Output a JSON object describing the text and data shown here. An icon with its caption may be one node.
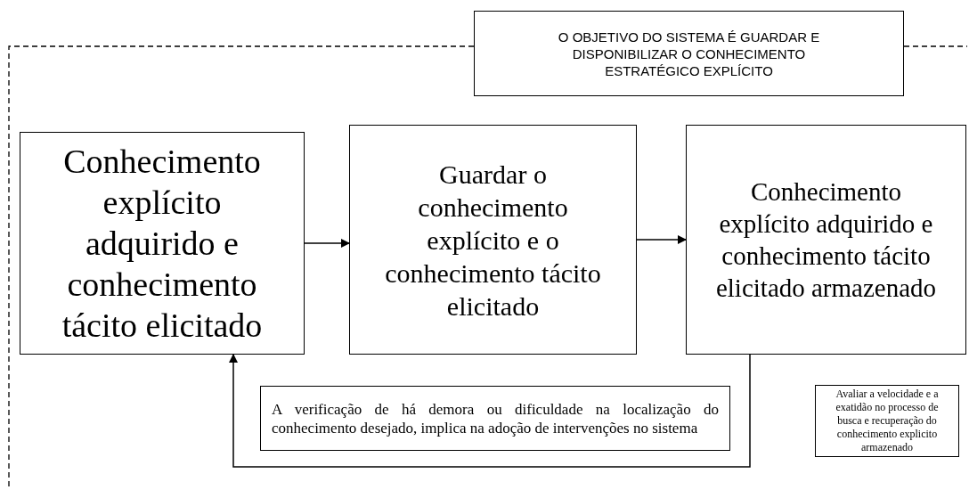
{
  "diagram": {
    "nodes": [
      {
        "text": [
          "O OBJETIVO DO SISTEMA É GUARDAR E DISPONIBILIZAR O CONHECIMENTO ESTRATÉGICO EXPLÍCITO"
        ]
      },
      {
        "text": [
          "Conhecimento explícito adquirido e conhecimento tácito elicitado"
        ]
      },
      {
        "text": [
          "Guardar o conhecimento explícito e o conhecimento tácito elicitado"
        ]
      },
      {
        "text": [
          "Conhecimento explícito adquirido e conhecimento tácito elicitado armazenado"
        ]
      },
      {
        "text": [
          "A verificação de há demora ou dificuldade na localização do conhecimento desejado, implica na adoção de intervenções no sistema"
        ]
      },
      {
        "text": [
          "Avaliar a velocidade e a exatidão no processo de busca e recuperação do conhecimento explicito armazenado"
        ]
      }
    ],
    "edges": [
      {
        "from": 1,
        "to": 2,
        "arrow": "to"
      },
      {
        "from": 2,
        "to": 3,
        "arrow": "to"
      },
      {
        "from": 3,
        "to": 1,
        "arrow": "to"
      }
    ]
  }
}
